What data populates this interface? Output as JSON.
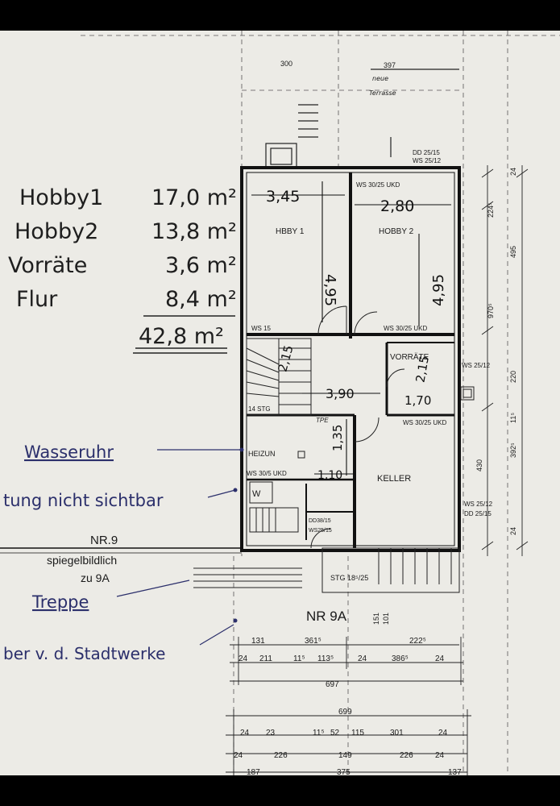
{
  "area_table": {
    "rows": [
      {
        "room": "Hobby1",
        "area": "17,0 m²"
      },
      {
        "room": "Hobby2",
        "area": "13,8 m²"
      },
      {
        "room": "Vorräte",
        "area": "3,6 m²"
      },
      {
        "room": "Flur",
        "area": "8,4 m²"
      }
    ],
    "total": "42,8 m²"
  },
  "annotations": {
    "wasseruhr": "Wasseruhr",
    "leitung": "tung nicht sichtbar",
    "treppe": "Treppe",
    "stadtwerke": "ber v. d. Stadtwerke"
  },
  "plan_labels": {
    "nr9": "NR.9",
    "spiegel_line1": "spiegelbildlich",
    "spiegel_line2": "zu 9A",
    "nr9a": "NR 9A",
    "hobby1": "HBBY 1",
    "hobby2": "HOBBY 2",
    "keller": "KELLER",
    "vorraete": "VORRÄTE",
    "heizung": "HEIZUN",
    "w": "W",
    "top_300": "300",
    "top_397": "397",
    "neue_terrasse_1": "neue",
    "neue_terrasse_2": "Terrasse",
    "dd_top": "DD 25/15",
    "ws_top": "WS 25/12",
    "ws_hobby2": "WS 30/25 UKD",
    "ws_15": "WS 15",
    "ws_30_25": "WS 30/25 UKD",
    "ws_25_12": "WS 25/12",
    "ws_30_25b": "WS 30/25 UKD",
    "ws_heiz": "WS 30/5 UKD",
    "ws_25_12b": "WS 25/12",
    "dd_25_15b": "DD 25/15",
    "stg14": "14 STG",
    "stg_bottom": "STG 18⁵/25",
    "dd_small": "DD38/15",
    "ws_small": "WS25/15",
    "tpe": "TPE"
  },
  "hand_dims": {
    "d345": "3,45",
    "d280": "2,80",
    "d495a": "4,95",
    "d495b": "4,95",
    "d215a": "2,15",
    "d390": "3,90",
    "d215b": "2,15",
    "d170": "1,70",
    "d135": "1,35",
    "d110": "1,10"
  },
  "right_dims": [
    "24",
    "224⁵",
    "495",
    "970⁵",
    "220",
    "11⁵",
    "392⁵",
    "24",
    "430"
  ],
  "bottom_dims": {
    "row1": [
      "131",
      "361⁵",
      "222⁵"
    ],
    "row2": [
      "24",
      "211",
      "11⁵",
      "113⁵",
      "24",
      "386⁵",
      "24"
    ],
    "row3": "697",
    "row4": "699",
    "row5": [
      "24",
      "23",
      "11⁵",
      "52",
      "115",
      "301",
      "24"
    ],
    "row6": [
      "24",
      "226",
      "149",
      "226",
      "24"
    ],
    "row7": [
      "187",
      "375",
      "137"
    ],
    "vert": [
      "151",
      "101"
    ]
  }
}
